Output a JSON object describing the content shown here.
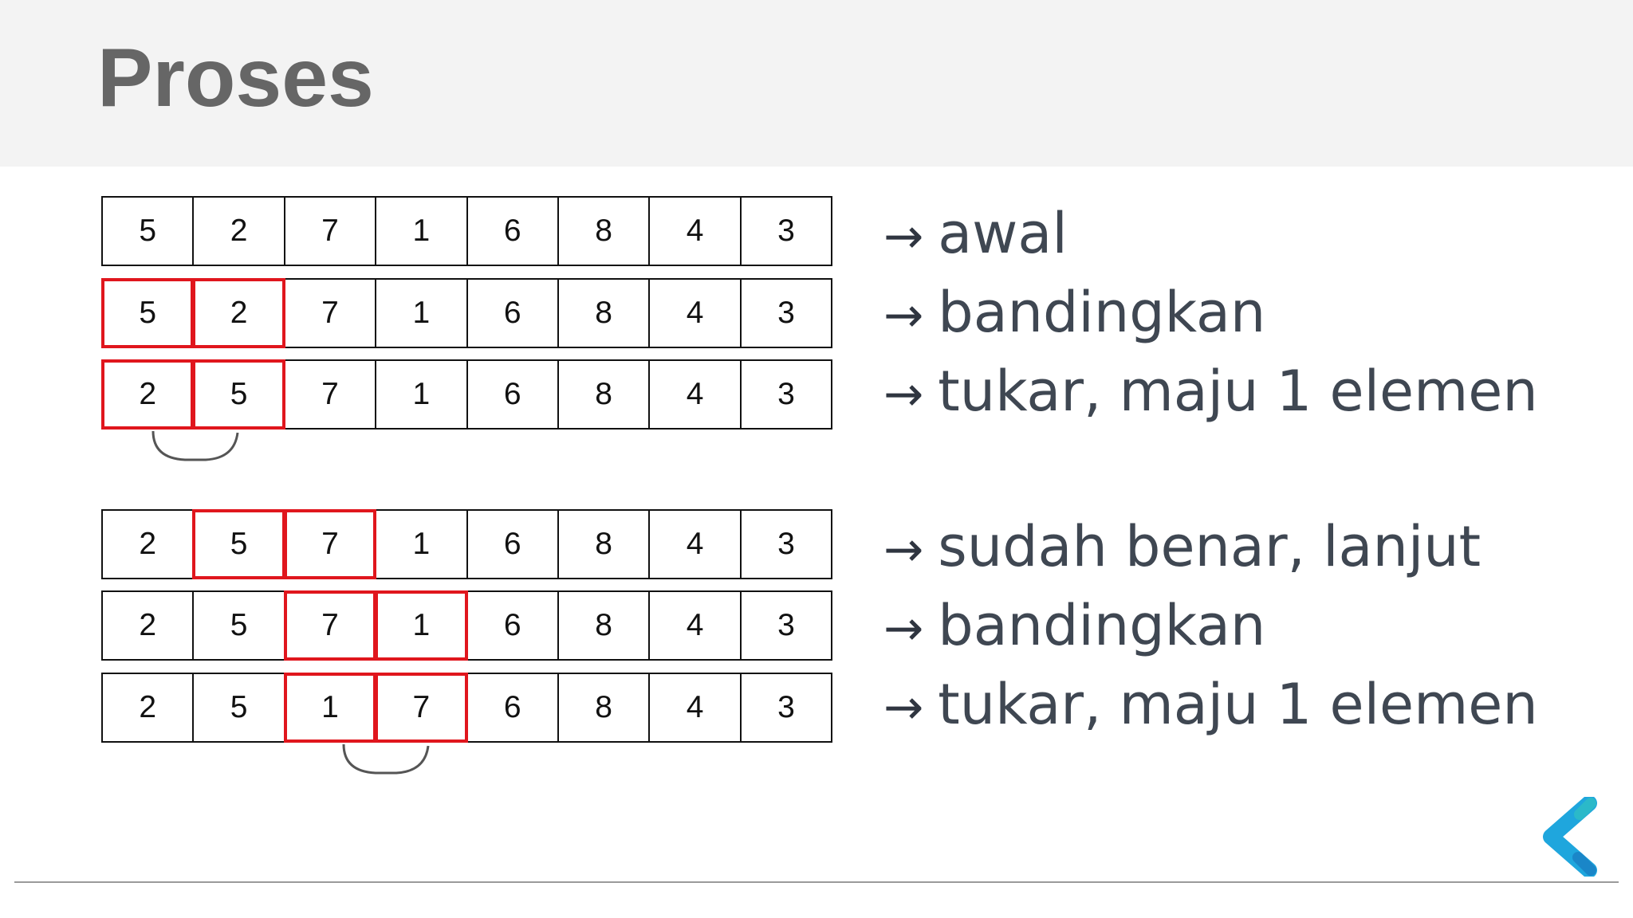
{
  "title": "Proses",
  "arrow": "→",
  "group1": [
    {
      "values": [
        "5",
        "2",
        "7",
        "1",
        "6",
        "8",
        "4",
        "3"
      ],
      "highlight": [],
      "label": "awal"
    },
    {
      "values": [
        "5",
        "2",
        "7",
        "1",
        "6",
        "8",
        "4",
        "3"
      ],
      "highlight": [
        0,
        1
      ],
      "label": "bandingkan"
    },
    {
      "values": [
        "2",
        "5",
        "7",
        "1",
        "6",
        "8",
        "4",
        "3"
      ],
      "highlight": [
        0,
        1
      ],
      "label": "tukar, maju 1 elemen"
    }
  ],
  "group2": [
    {
      "values": [
        "2",
        "5",
        "7",
        "1",
        "6",
        "8",
        "4",
        "3"
      ],
      "highlight": [
        1,
        2
      ],
      "label": "sudah benar, lanjut"
    },
    {
      "values": [
        "2",
        "5",
        "7",
        "1",
        "6",
        "8",
        "4",
        "3"
      ],
      "highlight": [
        2,
        3
      ],
      "label": "bandingkan"
    },
    {
      "values": [
        "2",
        "5",
        "1",
        "7",
        "6",
        "8",
        "4",
        "3"
      ],
      "highlight": [
        2,
        3
      ],
      "label": "tukar, maju 1 elemen"
    }
  ],
  "colors": {
    "highlight": "#e0161d",
    "border": "#111111",
    "header_bg": "#f3f3f3",
    "logo_accent": "#1fa6dd"
  },
  "logo_icon": "k-logo-icon"
}
